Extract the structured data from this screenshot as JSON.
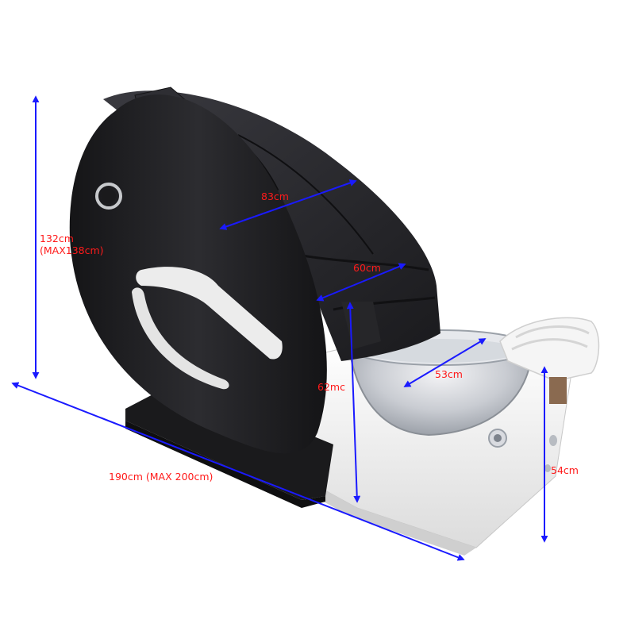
{
  "image": {
    "subject": "pedicure massage chair with glass foot basin",
    "colors": {
      "background": "#ffffff",
      "chair_body": "#1e1e20",
      "chair_upholstery": "#2a2a2e",
      "base": "#f2f2f2",
      "accent_trim": "#e8e8e8",
      "dimension_arrow": "#1a1aff",
      "dimension_text": "#ff1a1a"
    }
  },
  "dimensions": {
    "height": {
      "line1": "132cm",
      "line2": "(MAX138cm)"
    },
    "length": {
      "text": "190cm (MAX 200cm)"
    },
    "backrest_length": {
      "text": "83cm"
    },
    "seat_width": {
      "text": "60cm"
    },
    "seat_height": {
      "text": "62mc"
    },
    "basin_width": {
      "text": "53cm"
    },
    "footrest_height": {
      "text": "54cm"
    }
  }
}
